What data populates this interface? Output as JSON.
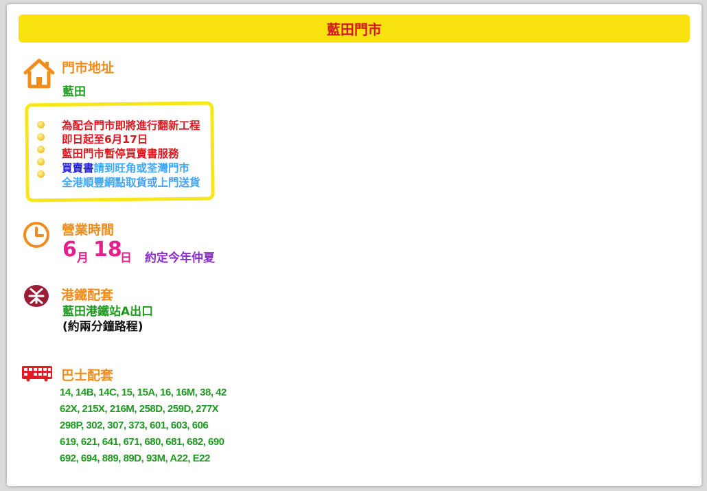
{
  "title": "藍田門市",
  "address": {
    "heading": "門市地址",
    "value": "藍田"
  },
  "notice": {
    "lines": [
      {
        "segments": [
          {
            "text": "為配合門市即將進行翻新工程",
            "color": "red"
          }
        ]
      },
      {
        "segments": [
          {
            "text": "即日起至6月17日",
            "color": "red"
          }
        ]
      },
      {
        "segments": [
          {
            "text": "藍田門市暫停買賣書服務",
            "color": "red"
          }
        ]
      },
      {
        "segments": [
          {
            "text": "買賣書",
            "color": "navy"
          },
          {
            "text": "請到旺角或荃灣門市",
            "color": "lblue"
          }
        ]
      },
      {
        "segments": [
          {
            "text": "全港順豐網點取貨或上門送貨",
            "color": "lblue"
          }
        ]
      }
    ]
  },
  "hours": {
    "heading": "營業時間",
    "month_num": "6",
    "month_unit": "月",
    "day_num": "18",
    "day_unit": "日",
    "note": "約定今年仲夏"
  },
  "mtr": {
    "heading": "港鐵配套",
    "exit": "藍田港鐵站A出口",
    "walk": "(約兩分鐘路程)"
  },
  "bus": {
    "heading": "巴士配套",
    "routes": [
      "14, 14B, 14C, 15, 15A, 16, 16M, 38, 42",
      "62X, 215X, 216M, 258D, 259D, 277X",
      "298P, 302, 307, 373, 601, 603, 606",
      "619, 621, 641, 671, 680, 681, 682, 690",
      "692, 694, 889, 89D, 93M, A22, E22"
    ]
  },
  "colors": {
    "title_bg": "#f8e20f",
    "title_text": "#d6151e",
    "heading": "#f28c1b",
    "green": "#1e9a1e",
    "mtr_red": "#9c1c34",
    "bus_red": "#e01b24"
  },
  "icons": {
    "address": "house-icon",
    "hours": "clock-icon",
    "mtr": "mtr-logo-icon",
    "bus": "bus-icon"
  }
}
